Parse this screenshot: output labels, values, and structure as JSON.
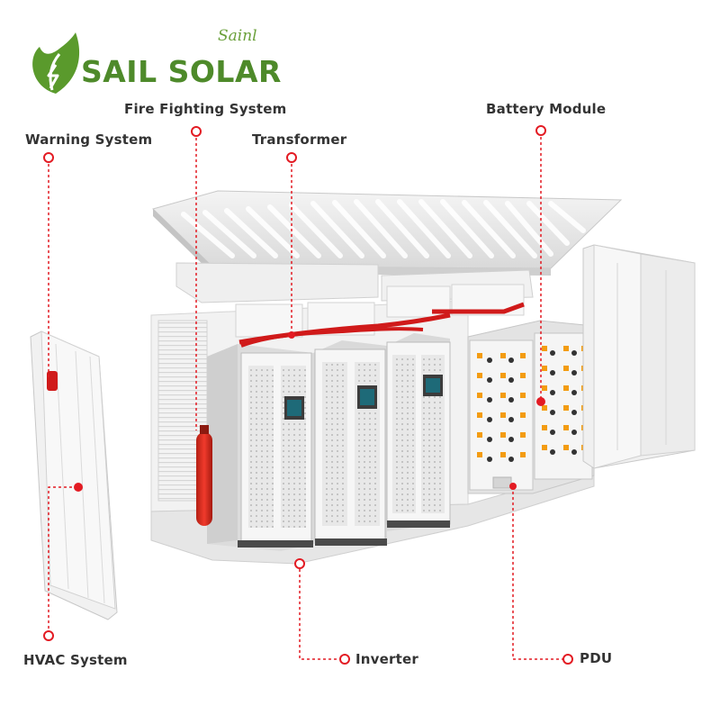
{
  "brand": {
    "name": "SAIL SOLAR",
    "script_mark": "Sainl",
    "color": "#4e8a2a"
  },
  "accent_color": "#e31b23",
  "labels": {
    "warning_system": "Warning System",
    "fire_fighting_system": "Fire Fighting System",
    "transformer": "Transformer",
    "battery_module": "Battery Module",
    "hvac_system": "HVAC System",
    "inverter": "Inverter",
    "pdu": "PDU"
  }
}
